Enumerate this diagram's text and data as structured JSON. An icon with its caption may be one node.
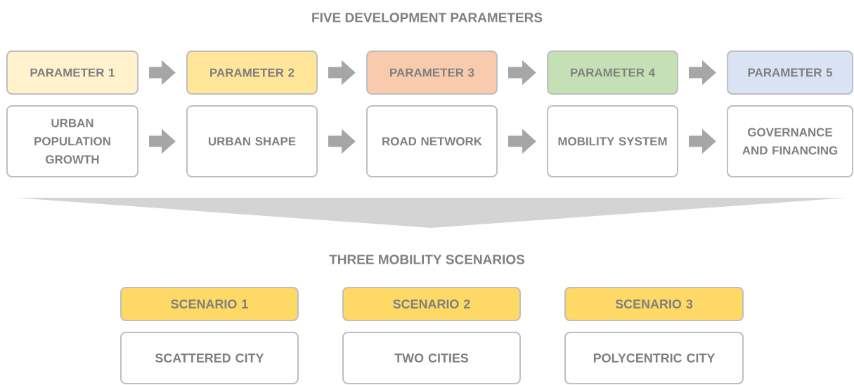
{
  "diagram": {
    "title": "FIVE DEVELOPMENT PARAMETERS",
    "nodes": [
      {
        "text": [
          "PARAMETER 1"
        ]
      },
      {
        "text": [
          "PARAMETER 2"
        ]
      },
      {
        "text": [
          "PARAMETER 3"
        ]
      },
      {
        "text": [
          "PARAMETER 4"
        ]
      },
      {
        "text": [
          "PARAMETER 5"
        ]
      },
      {
        "text": [
          "URBAN POPULATION GROWTH"
        ]
      },
      {
        "text": [
          "URBAN SHAPE"
        ]
      },
      {
        "text": [
          "ROAD NETWORK"
        ]
      },
      {
        "text": [
          "MOBILITY SYSTEM"
        ]
      },
      {
        "text": [
          "GOVERNANCE AND FINANCING"
        ]
      },
      {
        "text": [
          "SCENARIO 1"
        ]
      },
      {
        "text": [
          "SCENARIO 2"
        ]
      },
      {
        "text": [
          "SCENARIO 3"
        ]
      },
      {
        "text": [
          "SCATTERED CITY"
        ]
      },
      {
        "text": [
          "TWO CITIES"
        ]
      },
      {
        "text": [
          "POLYCENTRIC CITY"
        ]
      }
    ],
    "edges": [
      {
        "from": 0,
        "to": 1,
        "arrow": "to"
      },
      {
        "from": 1,
        "to": 2,
        "arrow": "to"
      },
      {
        "from": 2,
        "to": 3,
        "arrow": "to"
      },
      {
        "from": 3,
        "to": 4,
        "arrow": "to"
      },
      {
        "from": 5,
        "to": 6,
        "arrow": "to"
      },
      {
        "from": 6,
        "to": 7,
        "arrow": "to"
      },
      {
        "from": 7,
        "to": 8,
        "arrow": "to"
      },
      {
        "from": 8,
        "to": 9,
        "arrow": "to"
      }
    ],
    "labels": [
      "THREE MOBILITY SCENARIOS"
    ]
  }
}
